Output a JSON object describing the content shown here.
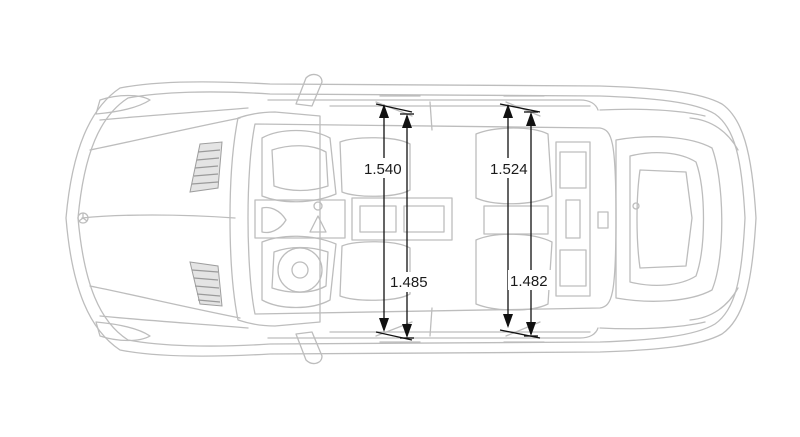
{
  "diagram": {
    "view": "top-view-vehicle-outline",
    "line_color": "#bdbdbd",
    "arrow_color": "#111111",
    "dimensions": [
      {
        "id": "front-1",
        "label": "1.540"
      },
      {
        "id": "front-2",
        "label": "1.485"
      },
      {
        "id": "rear-1",
        "label": "1.524"
      },
      {
        "id": "rear-2",
        "label": "1.482"
      }
    ]
  }
}
